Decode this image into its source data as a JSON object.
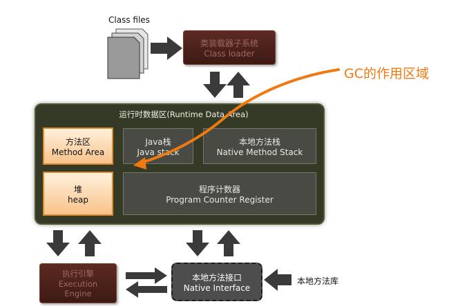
{
  "class_files_label": "Class files",
  "class_loader": {
    "line1": "类装载器子系统",
    "line2": "Class loader"
  },
  "gc_annotation": "GC的作用区域",
  "runtime_area_title": "运行时数据区(Runtime Data Area)",
  "method_area": {
    "line1": "方法区",
    "line2": "Method Area"
  },
  "java_stack": {
    "line1": "Java栈",
    "line2": "Java stack"
  },
  "native_method_stack": {
    "line1": "本地方法栈",
    "line2": "Native Method Stack"
  },
  "heap": {
    "line1": "堆",
    "line2": "heap"
  },
  "pc_register": {
    "line1": "程序计数器",
    "line2": "Program Counter Register"
  },
  "execution_engine": {
    "line1": "执行引擎",
    "line2": "Execution",
    "line3": "Engine"
  },
  "native_interface": {
    "line1": "本地方法接口",
    "line2": "Native Interface"
  },
  "native_library_label": "本地方法库",
  "colors": {
    "gc_orange": "#f07a12",
    "runtime_area_bg": "#343a26",
    "highlight_box": "#f8c38b",
    "dark_box": "#4a1f18",
    "arrow": "#3a3a3a"
  }
}
